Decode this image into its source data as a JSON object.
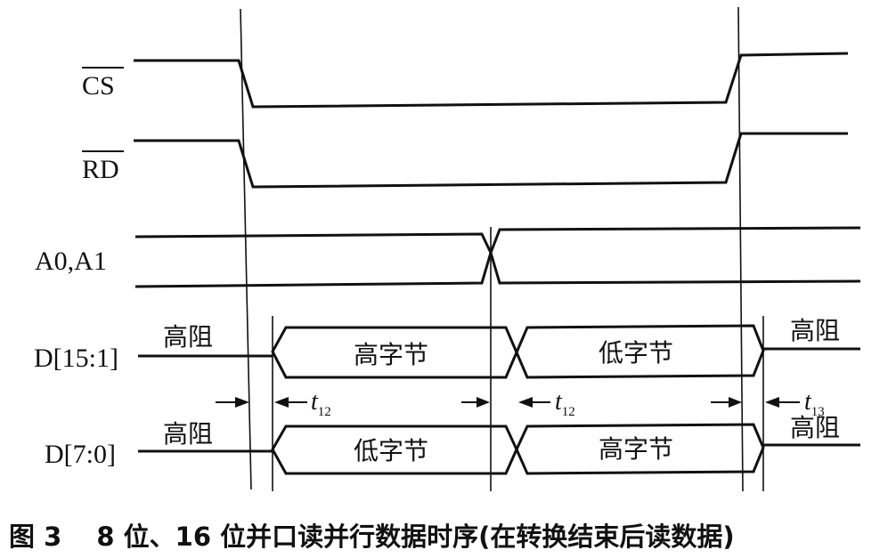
{
  "signals": {
    "cs": "CS",
    "rd": "RD",
    "addr": "A0,A1",
    "dhigh": "D[15:1]",
    "dlow": "D[7:0]"
  },
  "states": {
    "hiz_left_top": "高阻",
    "hiz_right_top": "高阻",
    "hiz_left_bottom": "高阻",
    "hiz_right_bottom": "高阻",
    "dhigh_seg1": "高字节",
    "dhigh_seg2": "低字节",
    "dlow_seg1": "低字节",
    "dlow_seg2": "高字节"
  },
  "timing": {
    "t1_main": "t",
    "t1_sub": "12",
    "t2_main": "t",
    "t2_sub": "12",
    "t3_main": "t",
    "t3_sub": "13"
  },
  "caption": "图 3　 8 位、16 位并口读并行数据时序(在转换结束后读数据)"
}
